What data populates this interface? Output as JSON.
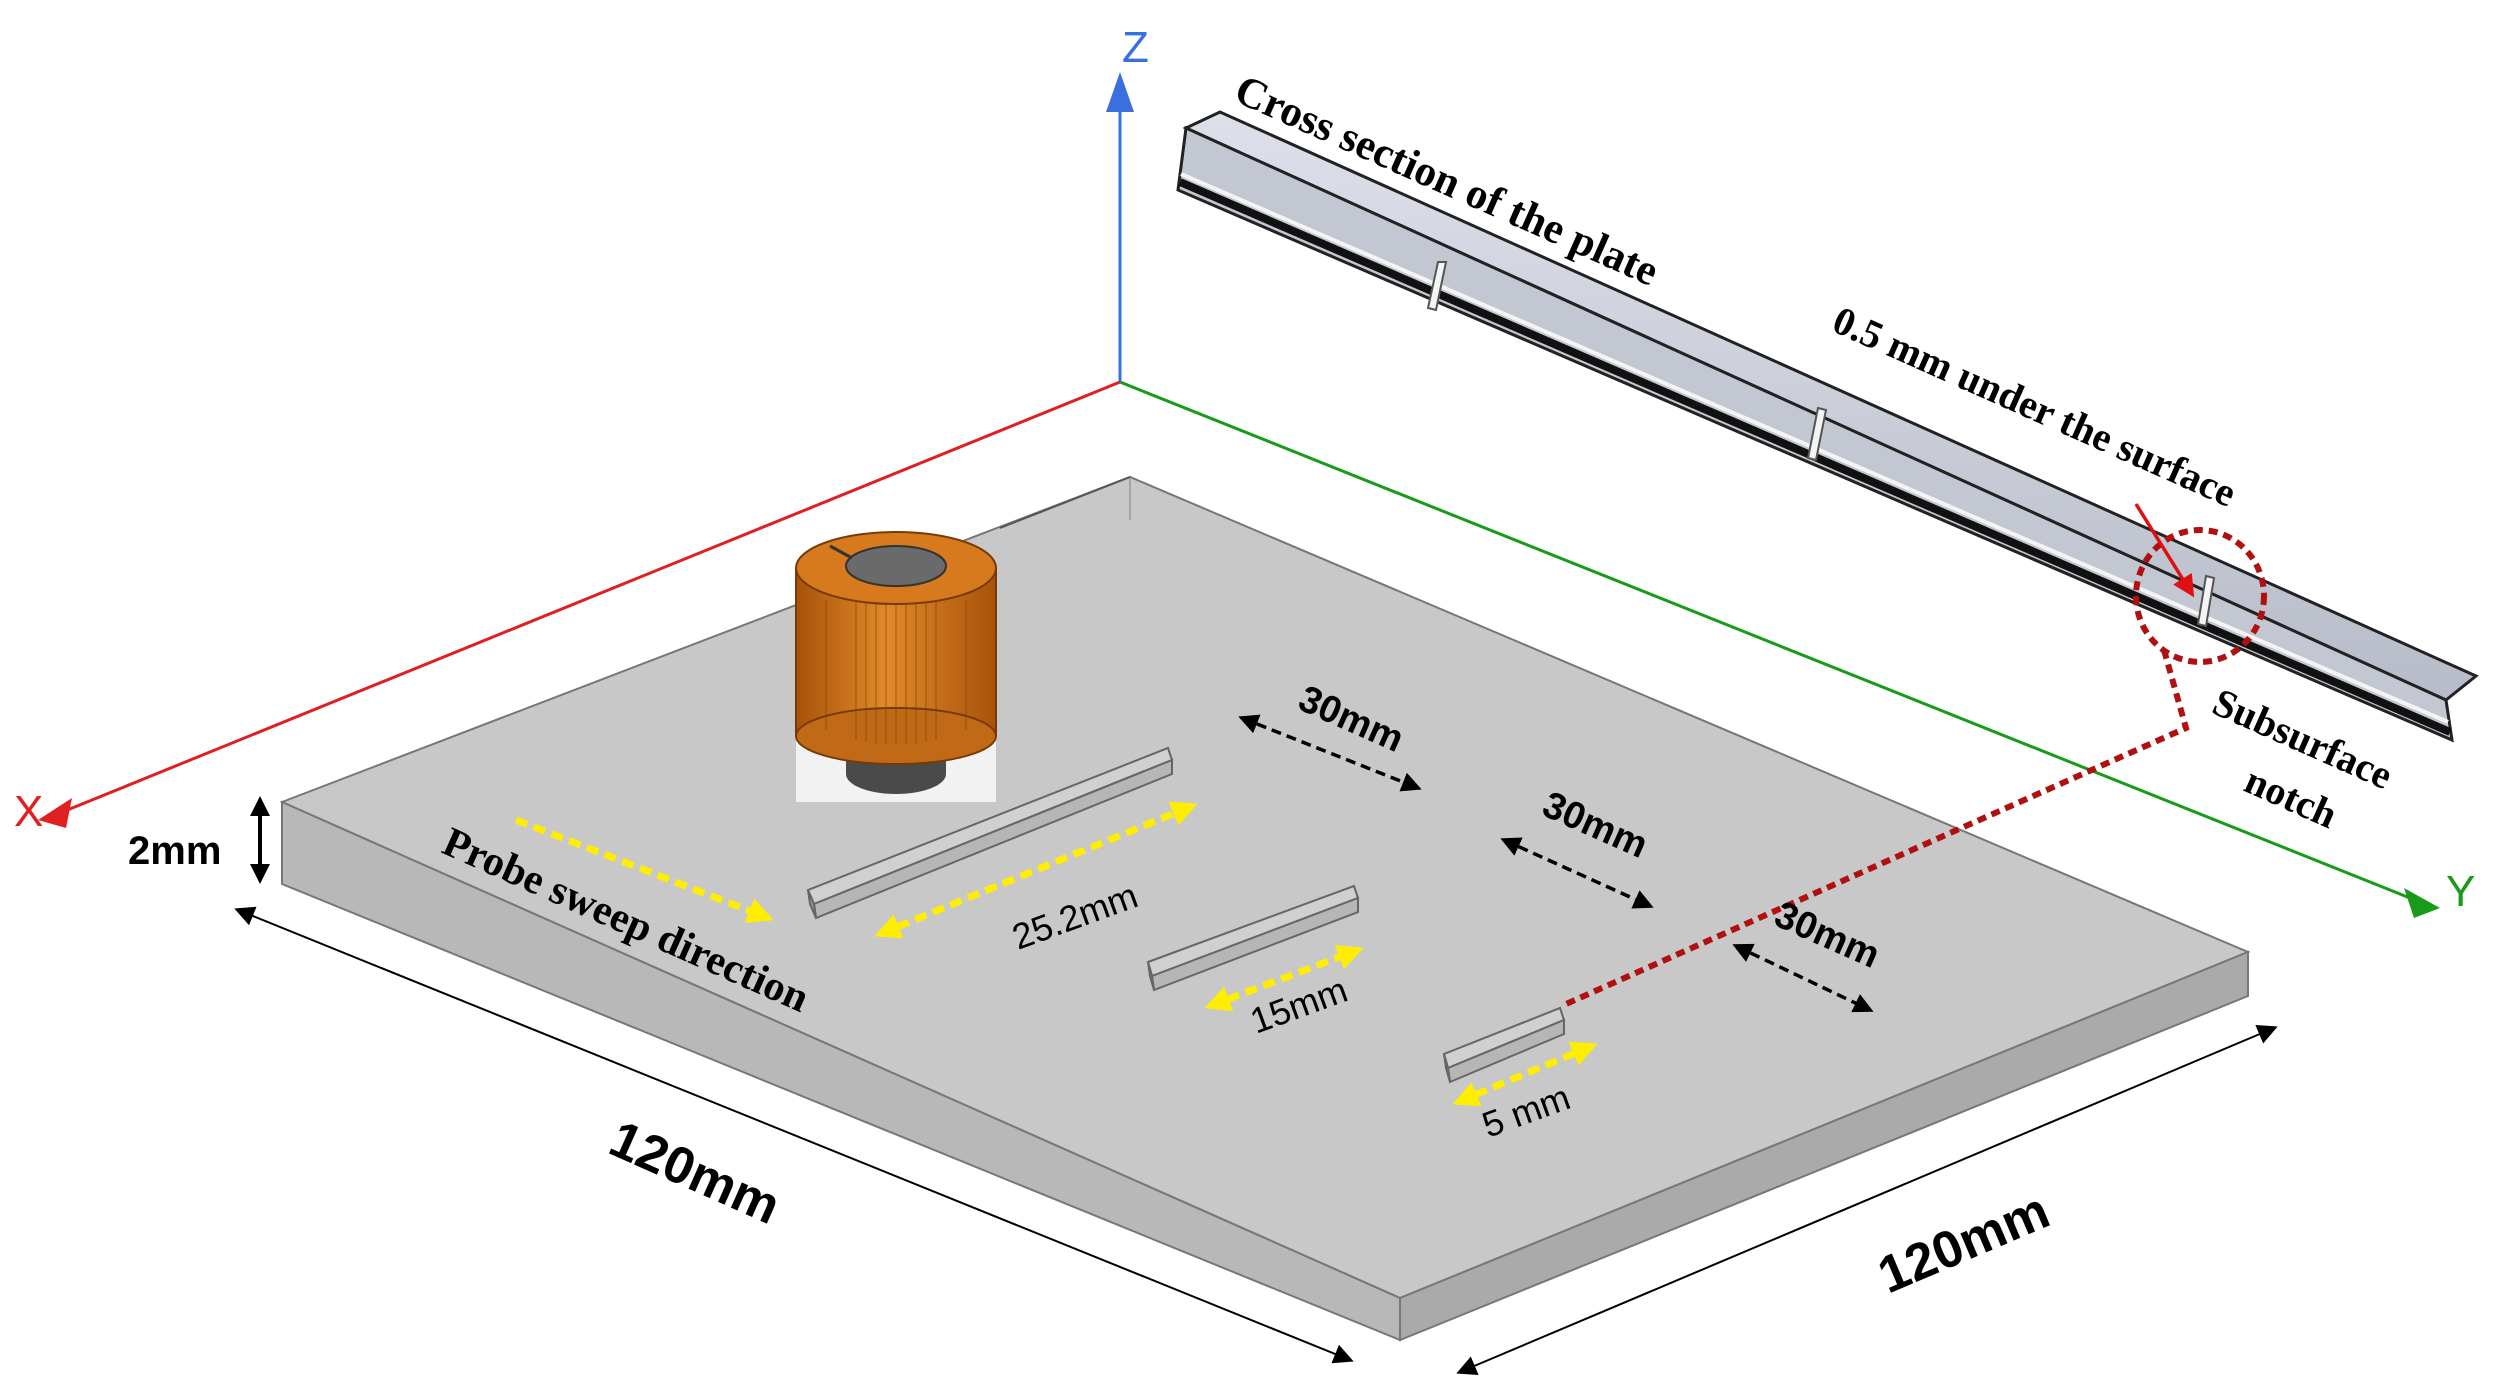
{
  "axes": {
    "x_label": "X",
    "y_label": "Y",
    "z_label": "Z",
    "x_color": "#e02020",
    "y_color": "#1a9a1a",
    "z_color": "#3a6fe0"
  },
  "labels": {
    "cross_section": "Cross section of the plate",
    "under_surface": "0.5 mm under the surface",
    "subsurface_line1": "Subsurface",
    "subsurface_line2": "notch",
    "probe_sweep": "Probe sweep direction",
    "thickness": "2mm",
    "width_front": "120mm",
    "width_right": "120mm",
    "notch_long": "25.2mm",
    "notch_mid": "15mm",
    "notch_short": "5 mm",
    "spacing_1": "30mm",
    "spacing_2": "30mm",
    "spacing_3": "30mm"
  },
  "colors": {
    "plate_top": "#c8c8c8",
    "plate_side": "#b4b4b4",
    "probe": "#c8680e",
    "sweep_arrow": "#ffee00",
    "notch_highlight": "#b01010",
    "cross_section": "#c8ccd6"
  }
}
